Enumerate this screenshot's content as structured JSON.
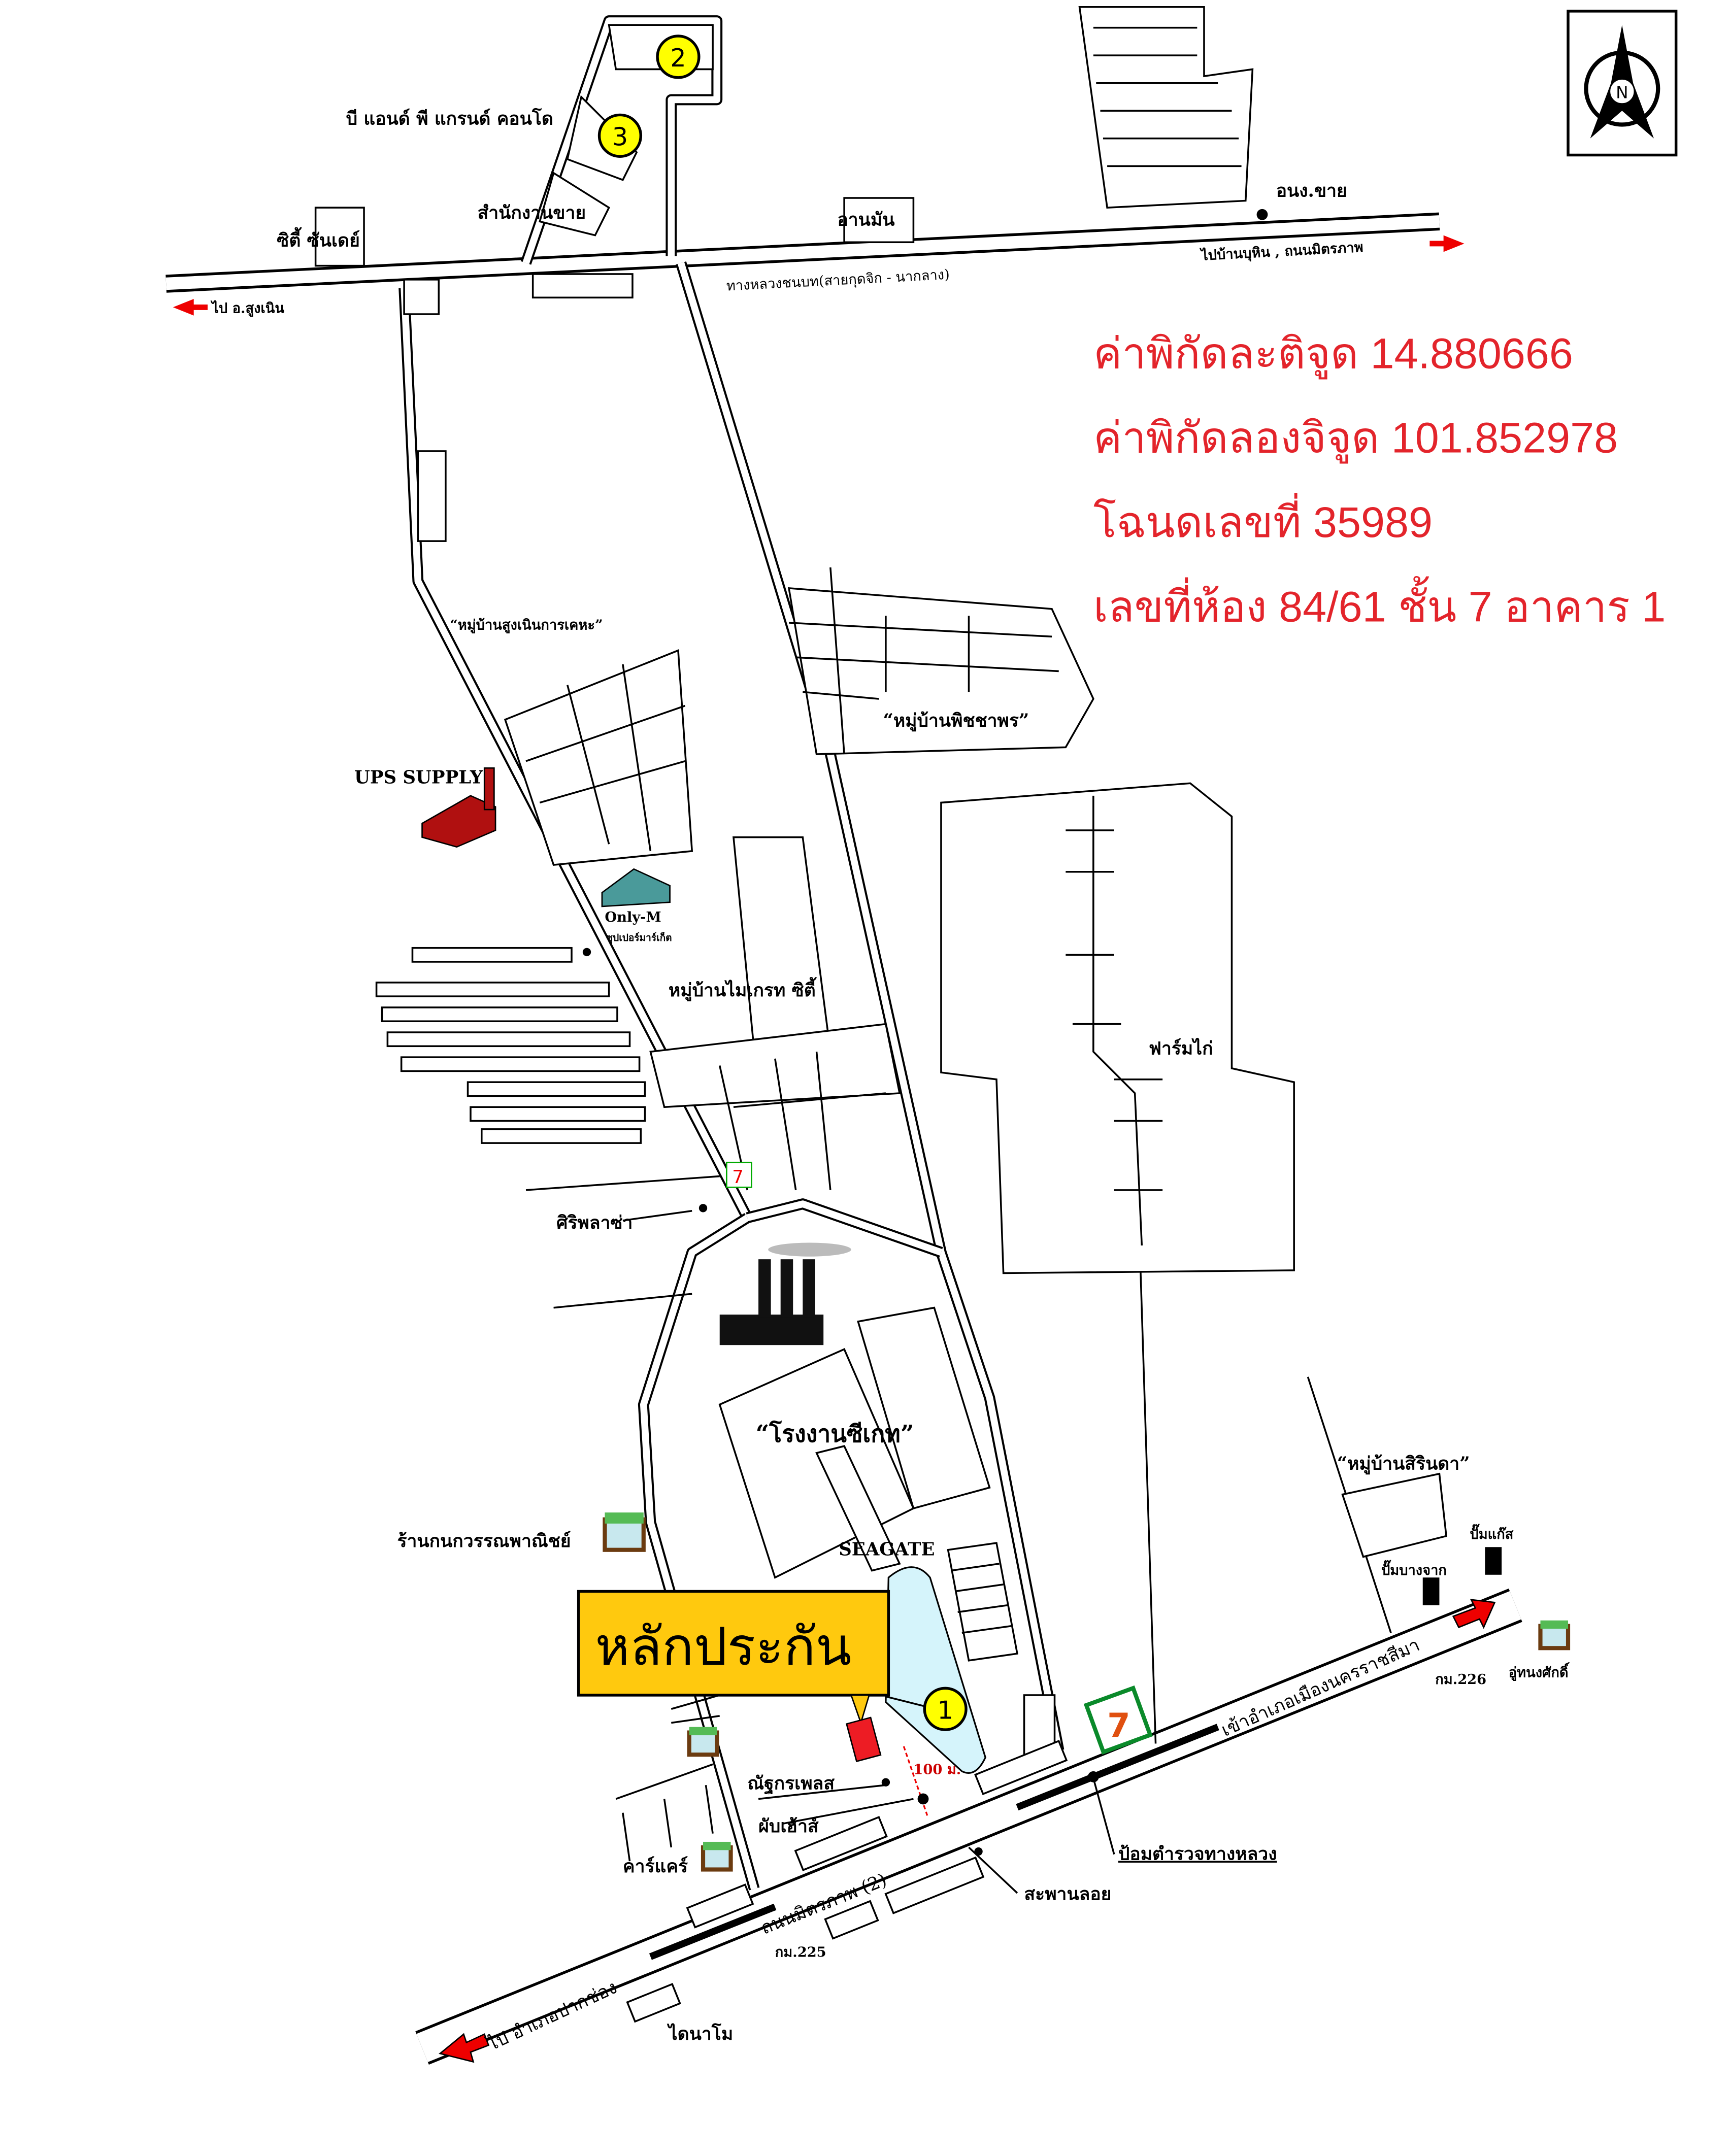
{
  "info": {
    "latitude_line": "ค่าพิกัดละติจูด 14.880666",
    "longitude_line": "ค่าพิกัดลองจิจูด 101.852978",
    "deed_line": "โฉนดเลขที่ 35989",
    "room_line": "เลขที่ห้อง 84/61 ชั้น 7 อาคาร 1",
    "text_color": "#e3242b"
  },
  "compass": {
    "north_label": "N"
  },
  "markers": {
    "m1": "1",
    "m2": "2",
    "m3": "3",
    "marker_color": "#ffff00"
  },
  "collateral": {
    "label": "หลักประกัน",
    "box_color": "#ffc90e",
    "plot_color": "#ed1c24"
  },
  "labels": {
    "condo": "บี แอนด์ พี แกรนด์ คอนโด",
    "sales_office": "สำนักงานขาย",
    "city_sunday": "ซิตี้ ซันเดย์",
    "anman": "อานมัน",
    "sales_point": "อนง.ขาย",
    "to_ban_buhin": "ไปบ้านบุหิน , ถนนมิตรภาพ",
    "to_sung_noen": "ไป อ.สูงเนิน",
    "rural_road": "ทางหลวงชนบท(สายกุดจิก - นากลาง)",
    "housing_authority": "“หมู่บ้านสูงเนินการเคหะ”",
    "phitchaphon": "“หมู่บ้านพิชชาพร”",
    "ups_supply": "UPS SUPPLY",
    "only_m": "Only-M",
    "supermarket": "ซุปเปอร์มาร์เก็ต",
    "migrate_city": "หมู่บ้านไมเกรท ซิตี้",
    "chicken_farm": "ฟาร์มไก่",
    "siri_plaza": "ศิริพลาซ่า",
    "seagate_factory": "“โรงงานซีเกท”",
    "seagate": "SEAGATE",
    "sirinda": "“หมู่บ้านสิรินดา”",
    "kanokwan_shop": "ร้านกนกวรรณพาณิชย์",
    "gas_pump": "ปั๊มแก๊ส",
    "bangchak": "ปั๊มบางจาก",
    "km226": "กม.226",
    "u_thanongsak": "อู่ทนงศักดิ์",
    "to_nakhon_ratchasima": "เข้าอำเภอเมืองนครราชสีมา",
    "nattakorn_place": "ณัฐกรเพลส",
    "pub_house": "ผับเฮ้าส์",
    "distance_100m": "100 ม.",
    "police_box": "ป้อมตำรวจทางหลวง",
    "car_care": "คาร์แคร์",
    "footbridge": "สะพานลอย",
    "mittraphap_road": "ถนนมิตรภาพ (2)",
    "km225": "กม.225",
    "to_pak_chong": "ไป อำเภอปากช่อง",
    "dynamo": "ไดนาโม"
  }
}
